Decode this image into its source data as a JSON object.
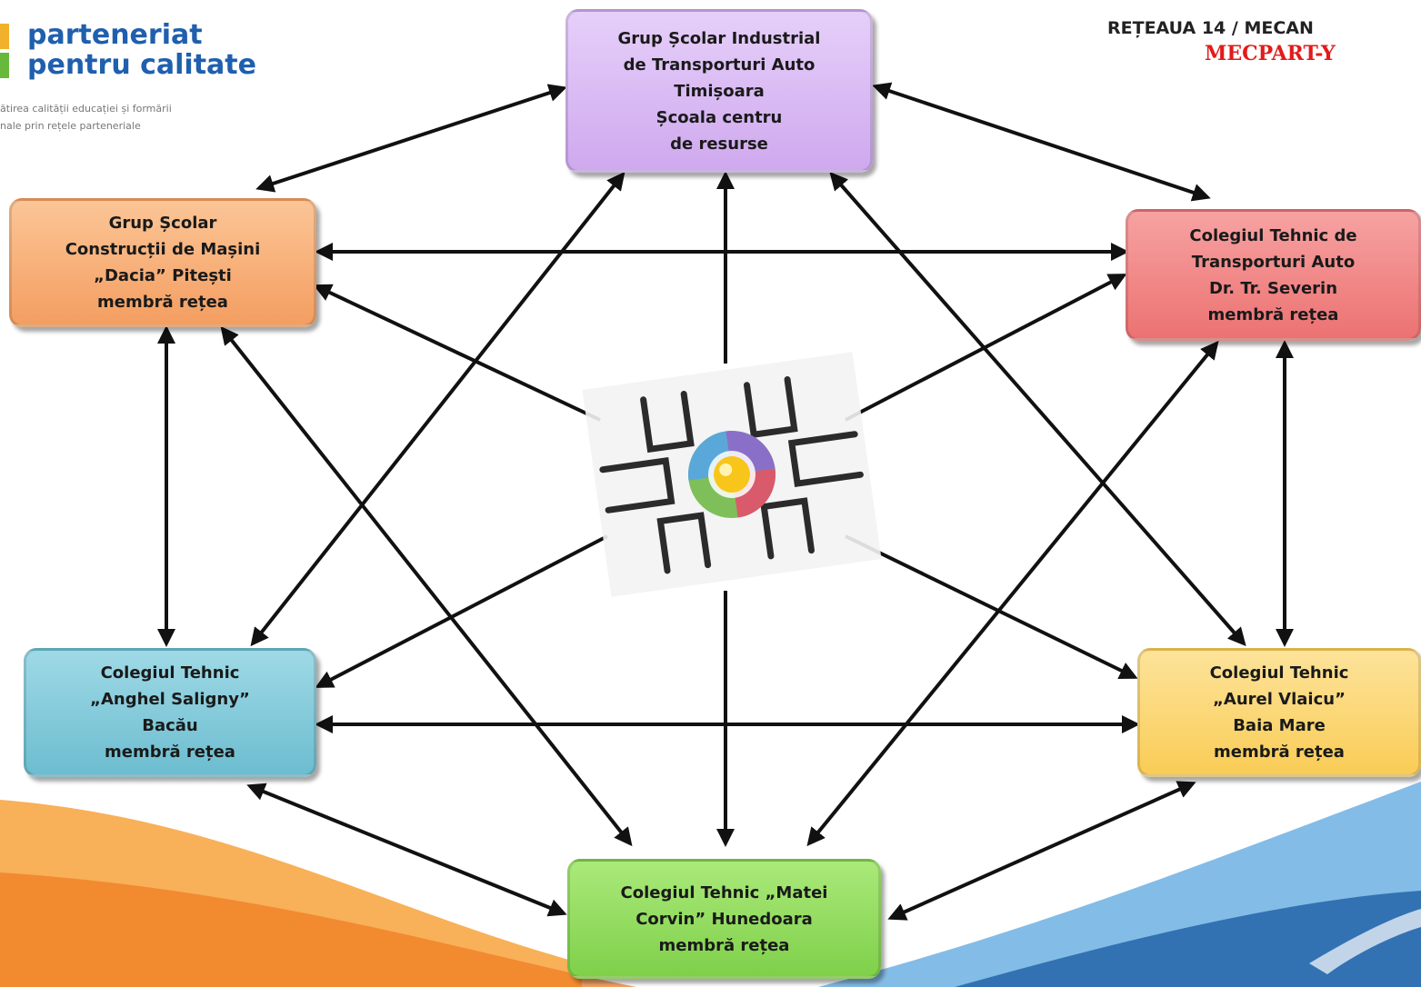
{
  "header": {
    "logo_line1": "parteneriat",
    "logo_line2": "pentru calitate",
    "tagline_line1": "ătirea calității educației și formării",
    "tagline_line2": "nale prin rețele parteneriale",
    "title": "REȚEAUA 14 / MECAN",
    "subtitle": "MECPART-Y"
  },
  "colors": {
    "brand_blue": "#1f5fae",
    "subtitle_red": "#e21b1b",
    "center": "#d9b8f3",
    "top_left": "#f7ad77",
    "top_right": "#f08585",
    "bottom_left": "#7ec9d9",
    "bottom_right": "#fbd66f",
    "bottom": "#8fdc5a"
  },
  "nodes": {
    "center": [
      "Grup Școlar Industrial",
      "de Transporturi Auto",
      "Timișoara",
      "Școala centru",
      "de resurse"
    ],
    "top_left": [
      "Grup Școlar",
      "Construcții de Mașini",
      "„Dacia” Pitești",
      "membră rețea"
    ],
    "top_right": [
      "Colegiul Tehnic de",
      "Transporturi Auto",
      "Dr. Tr. Severin",
      "membră rețea"
    ],
    "bottom_left": [
      "Colegiul Tehnic",
      "„Anghel Saligny”",
      "Bacău",
      "membră rețea"
    ],
    "bottom_right": [
      "Colegiul Tehnic",
      "„Aurel Vlaicu”",
      "Baia Mare",
      "membră rețea"
    ],
    "bottom": [
      "Colegiul Tehnic „Matei",
      "Corvin” Hunedoara",
      "membră rețea"
    ]
  },
  "center_graphic": "crossroads-with-partnership-cycle-icon"
}
